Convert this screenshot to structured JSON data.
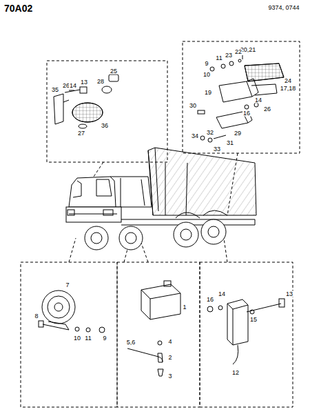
{
  "diagram": {
    "title": "70A02",
    "labels": [
      "9374, 0744",
      "25",
      "26",
      "14",
      "13",
      "28",
      "35",
      "36",
      "27",
      "20,21",
      "11",
      "23",
      "22",
      "9",
      "10",
      "24",
      "19",
      "17,18",
      "30",
      "16",
      "14",
      "26",
      "29",
      "34",
      "32",
      "31",
      "33",
      "7",
      "8",
      "10",
      "11",
      "9",
      "1",
      "5,6",
      "4",
      "2",
      "3",
      "16",
      "14",
      "13",
      "15",
      "12"
    ]
  }
}
